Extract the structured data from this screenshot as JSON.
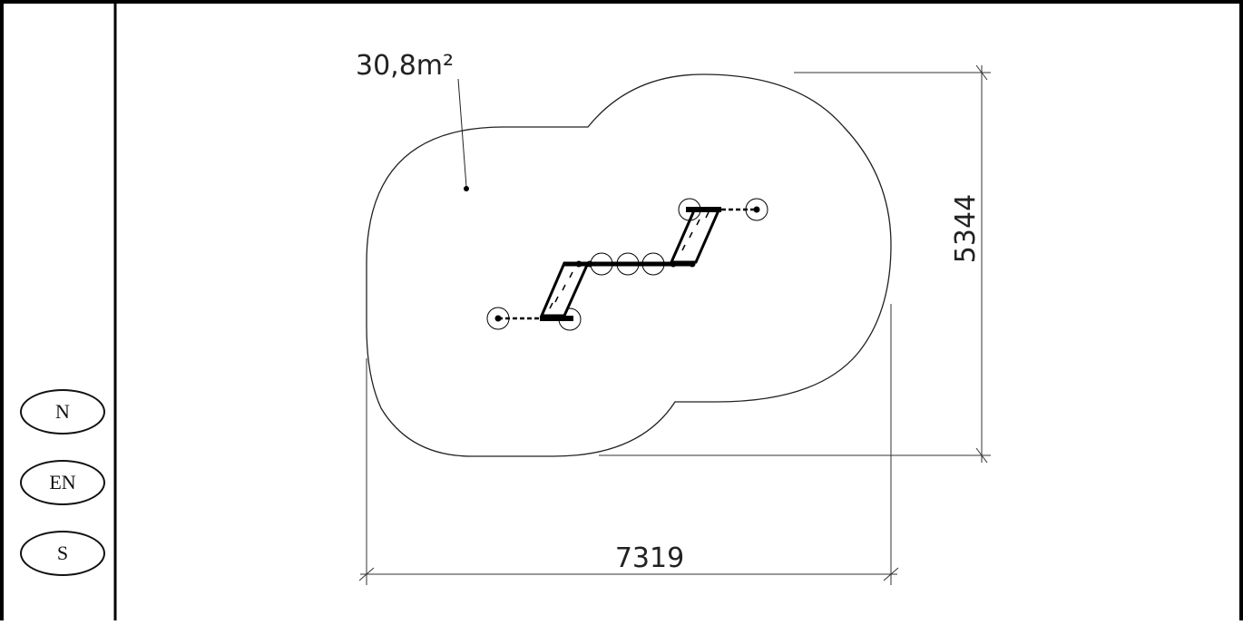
{
  "plan": {
    "area_label": "30,8m²",
    "dim_width": "7319",
    "dim_height": "5344"
  },
  "sidebar": {
    "badges": [
      {
        "label": "N"
      },
      {
        "label": "EN"
      },
      {
        "label": "S"
      }
    ]
  }
}
